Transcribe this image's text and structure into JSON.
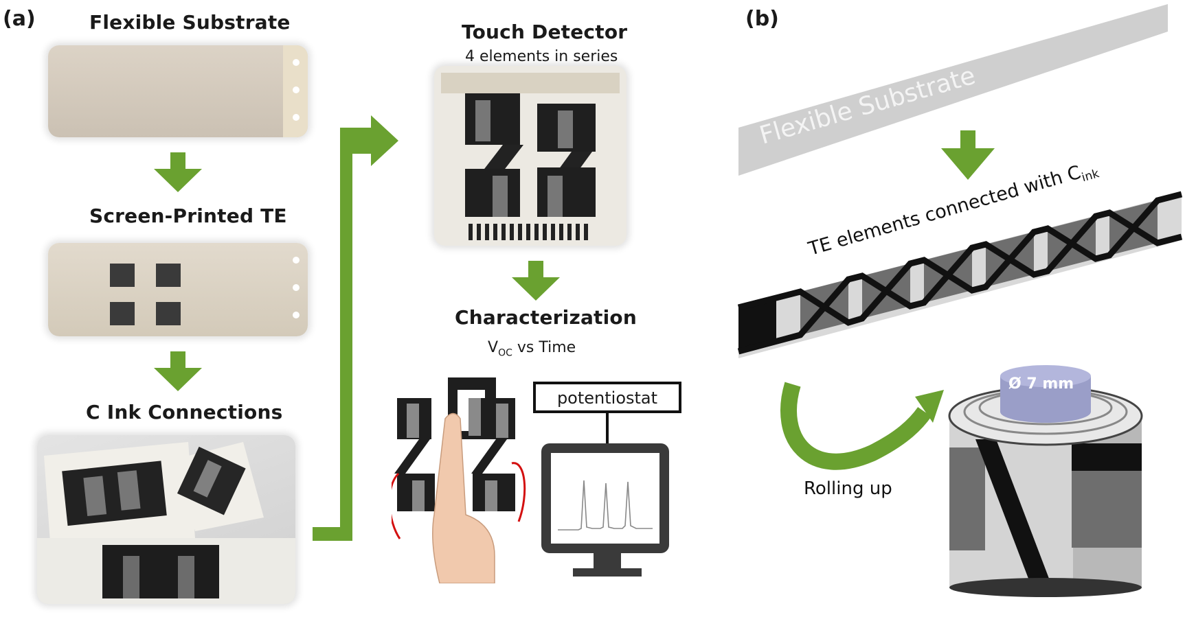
{
  "panels": {
    "a": "(a)",
    "b": "(b)"
  },
  "steps": {
    "flexible_substrate": "Flexible Substrate",
    "screen_printed": "Screen-Printed TE",
    "c_ink": "C Ink Connections",
    "touch_detector": "Touch Detector",
    "touch_detector_sub": "4 elements in series",
    "characterization": "Characterization",
    "voc_main": "V",
    "voc_sub": "OC",
    "voc_rest": " vs Time",
    "potentiostat": "potentiostat"
  },
  "panel_b": {
    "strip_text": "Flexible Substrate",
    "te_text": "TE elements connected with C",
    "te_sub": "ink",
    "diameter": "Ø 7 mm",
    "rolling": "Rolling up"
  },
  "colors": {
    "arrow_green": "#6aa130",
    "te_dark": "#111111",
    "te_grey": "#7a7a7a",
    "substrate": "#d8d0c4"
  }
}
